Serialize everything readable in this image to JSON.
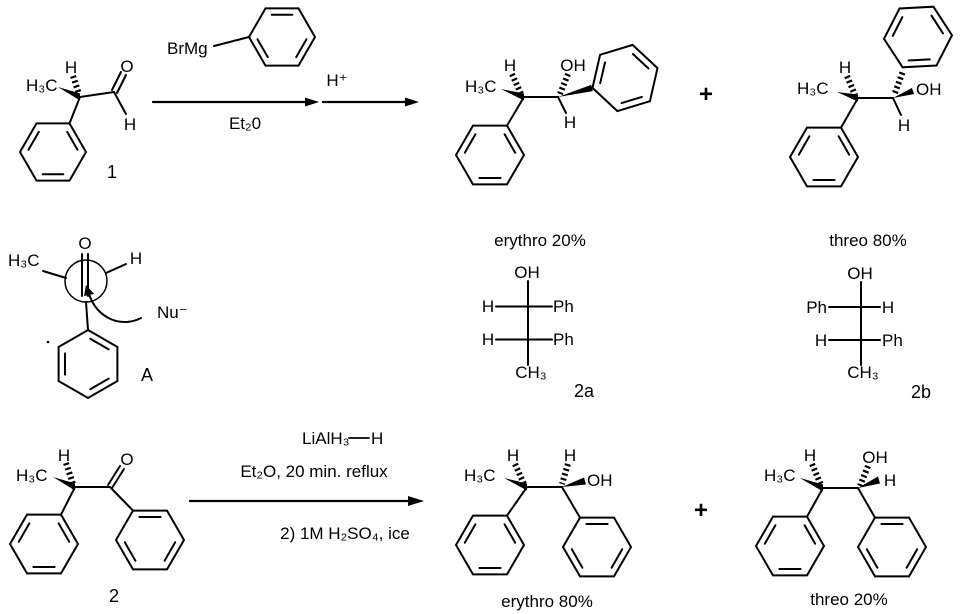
{
  "colors": {
    "red": "#ee0000",
    "blue": "#0000dd",
    "black": "#000000"
  },
  "atoms": {
    "methyl": "H₃C",
    "h": "H",
    "o": "O",
    "oh": "OH",
    "ph": "Ph",
    "ch3": "CH₃"
  },
  "labels": {
    "compound1": "1",
    "compound2": "2",
    "conformationA": "A",
    "fischer2a": "2a",
    "fischer2b": "2b"
  },
  "captions": {
    "erythroTop": "erythro 20%",
    "threoTop": "threo 80%",
    "erythroBottom": "erythro 80%",
    "threoBottom": "threo 20%"
  },
  "reaction1": {
    "reagent": "BrMg",
    "solvent": "Et₂0",
    "step2": "H⁺",
    "plus": "+"
  },
  "reaction2": {
    "reagent": "LiAlH₃",
    "hydride": "H",
    "line1": "Et₂O, 20 min. reflux",
    "line2": "2) 1M H₂SO₄, ice",
    "plus": "+"
  },
  "mechanism": {
    "nucleophile": "Nu⁻"
  }
}
